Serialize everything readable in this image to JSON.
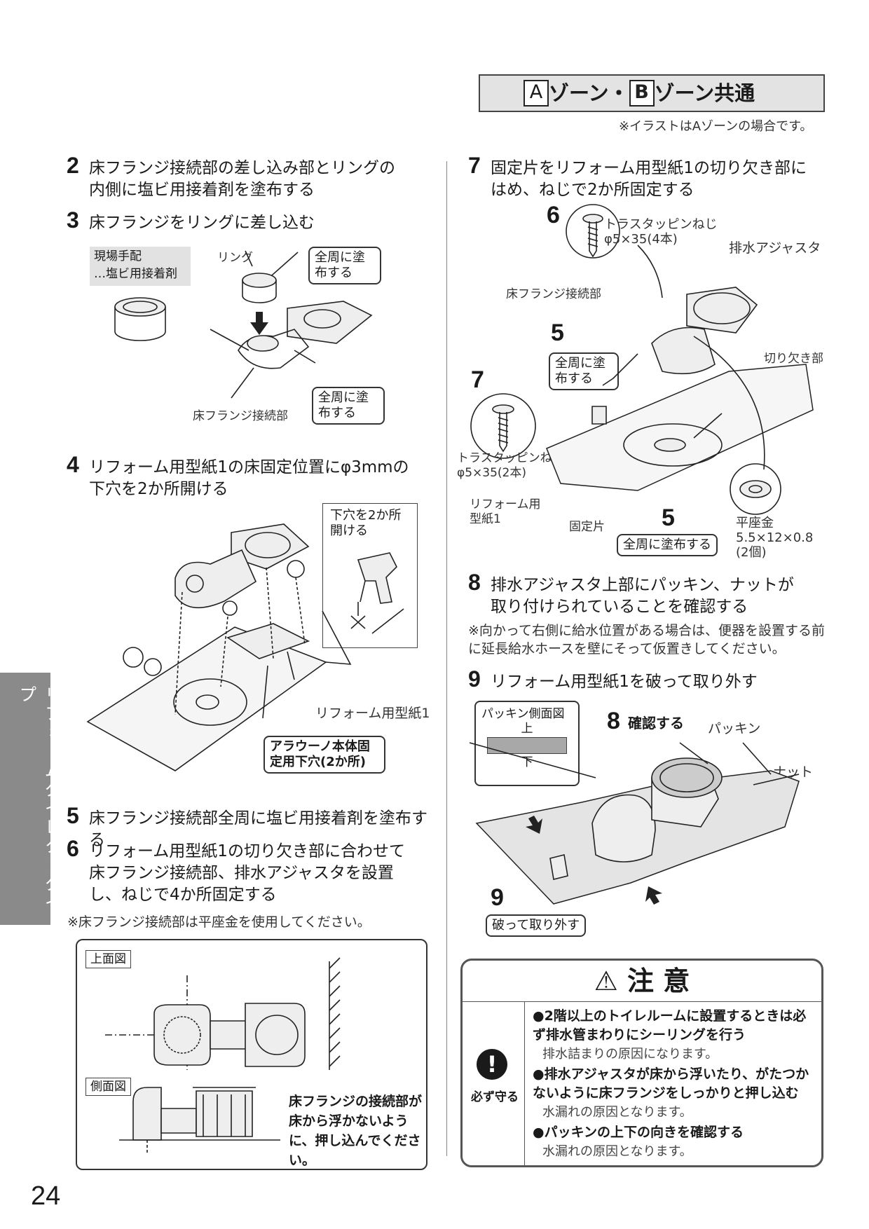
{
  "zone_header": {
    "a": "A",
    "mid": "ゾーン・",
    "b": "B",
    "end": "ゾーン共通"
  },
  "illustration_note": "※イラストはAゾーンの場合です。",
  "side_tab": "リフォームダイレクトタイプ",
  "page_number": "24",
  "steps": {
    "s2": {
      "num": "2",
      "text": "床フランジ接続部の差し込み部とリングの内側に塩ビ用接着剤を塗布する"
    },
    "s3": {
      "num": "3",
      "text": "床フランジをリングに差し込む"
    },
    "s4": {
      "num": "4",
      "text": "リフォーム用型紙1の床固定位置にφ3mmの下穴を2か所開ける"
    },
    "s5": {
      "num": "5",
      "text": "床フランジ接続部全周に塩ビ用接着剤を塗布する"
    },
    "s6": {
      "num": "6",
      "text": "リフォーム用型紙1の切り欠き部に合わせて床フランジ接続部、排水アジャスタを設置し、ねじで4か所固定する"
    },
    "s6_note": "※床フランジ接続部は平座金を使用してください。",
    "s7": {
      "num": "7",
      "text": "固定片をリフォーム用型紙1の切り欠き部にはめ、ねじで2か所固定する"
    },
    "s8": {
      "num": "8",
      "text": "排水アジャスタ上部にパッキン、ナットが取り付けられていることを確認する"
    },
    "s8_note": "※向かって右側に給水位置がある場合は、便器を設置する前に延長給水ホースを壁にそって仮置きしてください。",
    "s9": {
      "num": "9",
      "text": "リフォーム用型紙1を破って取り外す"
    }
  },
  "fig3": {
    "local_supply": "現場手配",
    "adhesive": "…塩ビ用接着剤",
    "ring": "リング",
    "apply_all_around_1": "全周に塗布する",
    "apply_all_around_2": "全周に塗布する",
    "floor_flange": "床フランジ接続部"
  },
  "fig4": {
    "drill_note": "下穴を2か所開ける",
    "template": "リフォーム用型紙1",
    "holes": "アラウーノ本体固定用下穴(2か所)"
  },
  "fig6": {
    "top_view": "上面図",
    "side_view": "側面図",
    "side_note": "床フランジの接続部が床から浮かないように、押し込んでください。"
  },
  "fig7": {
    "n6": "6",
    "screw_a": "トラスタッピンねじ",
    "screw_a_size": "φ5×35(4本)",
    "drain_adjuster": "排水アジャスタ",
    "floor_flange": "床フランジ接続部",
    "n5a": "5",
    "apply_all_around": "全周に塗布する",
    "cutout": "切り欠き部",
    "n7": "7",
    "screw_b": "トラスタッピンねじ",
    "screw_b_size": "φ5×35(2本)",
    "template": "リフォーム用型紙1",
    "fixing_piece": "固定片",
    "n5b": "5",
    "apply_all_around_2": "全周に塗布する",
    "washer": "平座金",
    "washer_size": "5.5×12×0.8",
    "washer_qty": "(2個)"
  },
  "fig9": {
    "packing_side_view": "パッキン側面図",
    "up": "上",
    "down": "下",
    "n8": "8",
    "confirm": "確認する",
    "packing": "パッキン",
    "nut": "ナット",
    "n9": "9",
    "tear_off": "破って取り外す"
  },
  "caution": {
    "title": "注 意",
    "must": "必ず守る",
    "items": [
      {
        "main": "●2階以上のトイレルームに設置するときは必ず排水管まわりにシーリングを行う",
        "sub": "排水詰まりの原因になります。"
      },
      {
        "main": "●排水アジャスタが床から浮いたり、がたつかないように床フランジをしっかりと押し込む",
        "sub": "水漏れの原因となります。"
      },
      {
        "main": "●パッキンの上下の向きを確認する",
        "sub": "水漏れの原因となります。"
      }
    ]
  }
}
